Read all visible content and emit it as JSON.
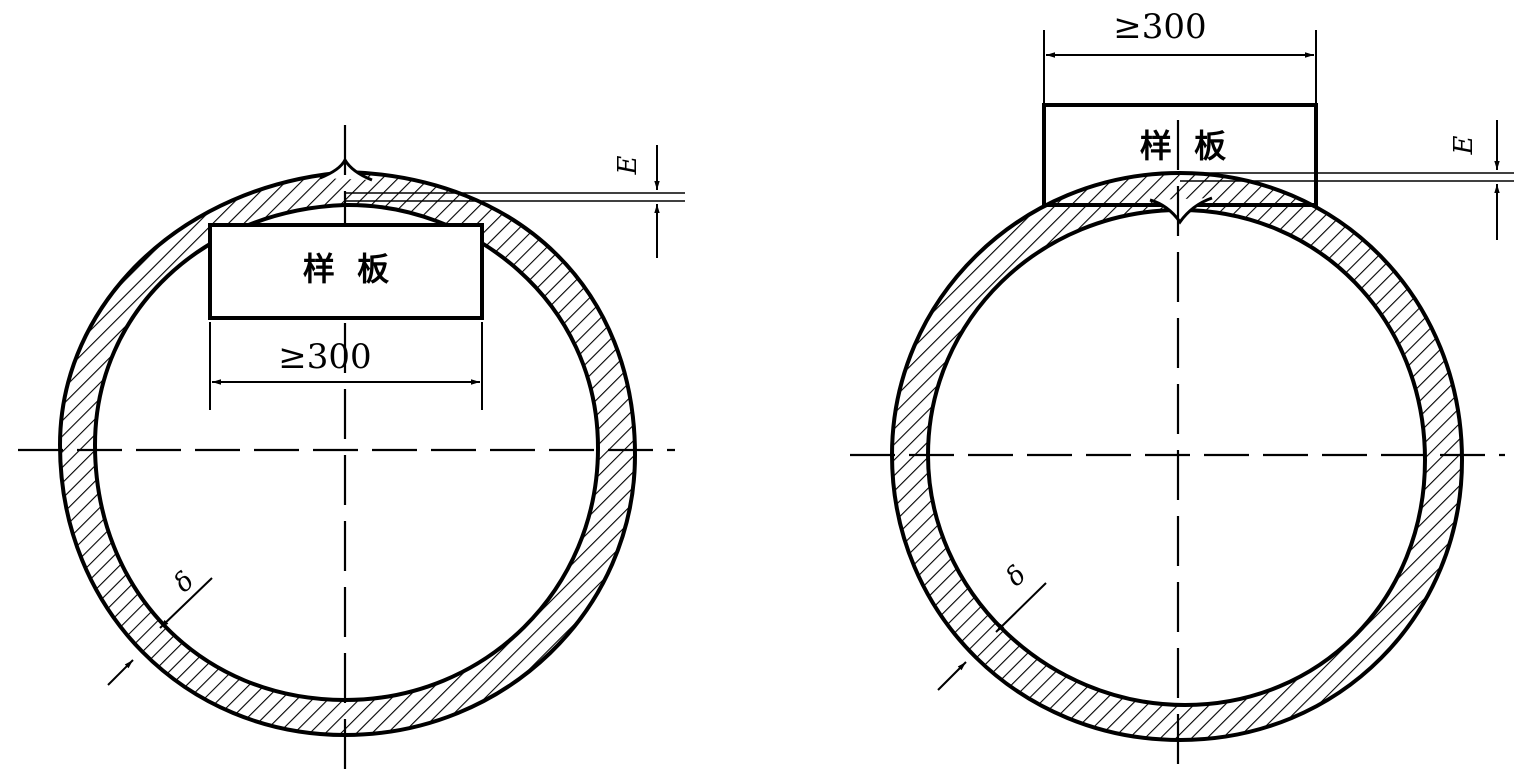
{
  "figures": [
    {
      "template_label": "样  板",
      "width_label": "≥300",
      "deviation_label": "E",
      "thickness_label": "δ"
    },
    {
      "template_label": "样  板",
      "width_label": "≥300",
      "deviation_label": "E",
      "thickness_label": "δ"
    }
  ],
  "colors": {
    "line": "#000000",
    "background": "#ffffff"
  }
}
